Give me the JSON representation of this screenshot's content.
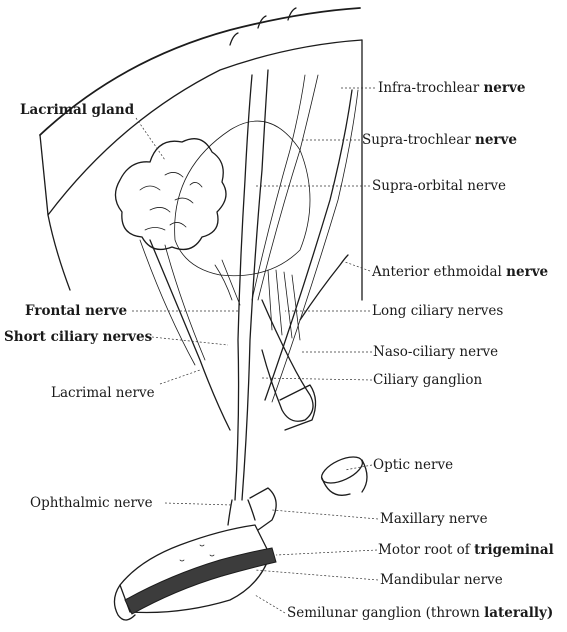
{
  "figure": {
    "labels": {
      "lacrimal_gland": "Lacrimal gland",
      "frontal_nerve": "Frontal nerve",
      "short_ciliary_nerves": "Short ciliary nerves",
      "lacrimal_nerve": "Lacrimal nerve",
      "ophthalmic_nerve": "Ophthalmic nerve",
      "infra_trochlear_pre": "Infra-trochlear",
      "infra_trochlear_post": "nerve",
      "supra_trochlear_pre": "Supra-trochlear",
      "supra_trochlear_post": "nerve",
      "supra_orbital": "Supra-orbital nerve",
      "anterior_ethmoidal_pre": "Anterior ethmoidal",
      "anterior_ethmoidal_post": "nerve",
      "long_ciliary": "Long ciliary nerves",
      "naso_ciliary": "Naso-ciliary nerve",
      "ciliary_ganglion": "Ciliary ganglion",
      "optic_nerve": "Optic nerve",
      "maxillary_nerve": "Maxillary nerve",
      "motor_root_pre": "Motor root of",
      "motor_root_post": "trigeminal",
      "mandibular_nerve": "Mandibular nerve",
      "semilunar_pre": "Semilunar ganglion (thrown",
      "semilunar_post": "laterally)"
    }
  }
}
